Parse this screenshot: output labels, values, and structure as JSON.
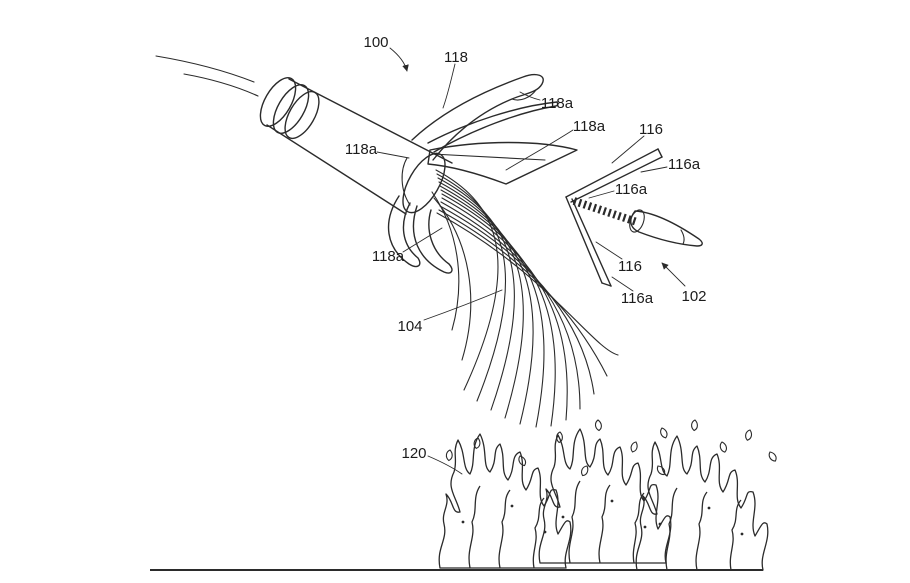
{
  "figure": {
    "kind": "patent-line-drawing",
    "background_color": "#ffffff",
    "stroke_color": "#2b2b2b",
    "labels": {
      "ref100": "100",
      "ref118": "118",
      "ref118a_top": "118a",
      "ref118a_mid": "118a",
      "ref118a_left": "118a",
      "ref118a_lower": "118a",
      "ref116_top": "116",
      "ref116_bottom": "116",
      "ref116a_right": "116a",
      "ref116a_mid": "116a",
      "ref116a_bottom": "116a",
      "ref102": "102",
      "ref104": "104",
      "ref120": "120"
    }
  }
}
